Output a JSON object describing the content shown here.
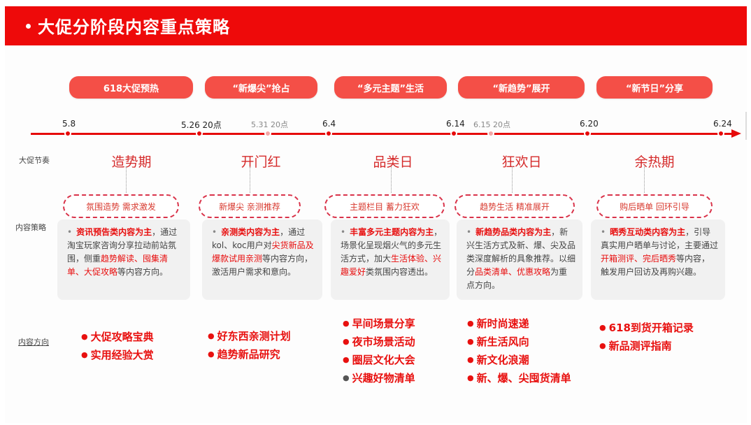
{
  "header": {
    "title": "大促分阶段内容重点策略"
  },
  "phases": [
    {
      "label": "618大促预热"
    },
    {
      "label": "“新爆尖”抢占"
    },
    {
      "label": "“多元主题”生活"
    },
    {
      "label": "“新趋势”展开"
    },
    {
      "label": "“新节日”分享"
    }
  ],
  "timeline": {
    "points": [
      {
        "label": "5.8",
        "style": "main"
      },
      {
        "label": "5.26 20点",
        "style": "main"
      },
      {
        "label": "5.31 20点",
        "style": "light"
      },
      {
        "label": "6.4",
        "style": "main"
      },
      {
        "label": "6.14",
        "style": "main"
      },
      {
        "label": "6.15 20点",
        "style": "light"
      },
      {
        "label": "6.20",
        "style": "main"
      },
      {
        "label": "6.24",
        "style": "main"
      }
    ],
    "line_color": "#e60a0a"
  },
  "row_labels": {
    "rhythm": "大促节奏",
    "strategy": "内容策略",
    "direction": "内容方向"
  },
  "rhythm": [
    {
      "label": "造势期"
    },
    {
      "label": "开门红"
    },
    {
      "label": "品类日"
    },
    {
      "label": "狂欢日"
    },
    {
      "label": "余热期"
    }
  ],
  "strategies": [
    {
      "tag": "氛围造势 需求激发",
      "card": {
        "lead": "资讯预告类内容为主",
        "t1": "，通过淘宝玩家咨询分享拉动前站氛围，侧重",
        "h1": "趋势解读、囤集清单、大促攻略",
        "t2": "等内容方向。"
      }
    },
    {
      "tag": "新爆尖 亲测推荐",
      "card": {
        "lead": "亲测类内容为主",
        "t1": "，通过kol、koc用户对",
        "h1": "尖货新品及爆款试用亲测",
        "t2": "等内容方向，激活用户需求和意向。"
      }
    },
    {
      "tag": "主题栏目 蓄力狂欢",
      "card": {
        "lead": "丰富多元主题内容为主",
        "t1": "，场景化呈现烟火气的多元生活方式，加大",
        "h1": "生活体验、兴趣爱好",
        "t2": "类氛围内容透出。"
      }
    },
    {
      "tag": "趋势生活 精准展开",
      "card": {
        "lead": "新趋势品类内容为主",
        "t1": "，新兴生活方式及新、爆、尖及品类深度解析的具象推荐。以细分",
        "h1": "品类清单、优惠攻略",
        "t2": "为重点方向。"
      }
    },
    {
      "tag": "购后晒单 回环引导",
      "card": {
        "lead": "晒秀互动类内容为主",
        "t1": "，引导真实用户晒单与讨论，主要通过",
        "h1": "开箱测评、完后晒秀",
        "t2": "等内容，触发用户回访及再购兴趣。"
      }
    }
  ],
  "directions": [
    {
      "items": [
        "大促攻略宝典",
        "实用经验大赏"
      ]
    },
    {
      "items": [
        "好东西亲测计划",
        "趋势新品研究"
      ]
    },
    {
      "items": [
        "早间场景分享",
        "夜市场景活动",
        "圈层文化大会",
        "兴趣好物清单"
      ]
    },
    {
      "items": [
        "新时尚速递",
        "新生活风向",
        "新文化浪潮",
        "新、爆、尖囤货清单"
      ]
    },
    {
      "items": [
        "618到货开箱记录",
        "新品测评指南"
      ]
    }
  ],
  "colors": {
    "header_bg": "#ee0a0a",
    "pill_bg": "#f44f47",
    "highlight": "#e80d0d",
    "rhythm_text": "#d52b2b"
  }
}
